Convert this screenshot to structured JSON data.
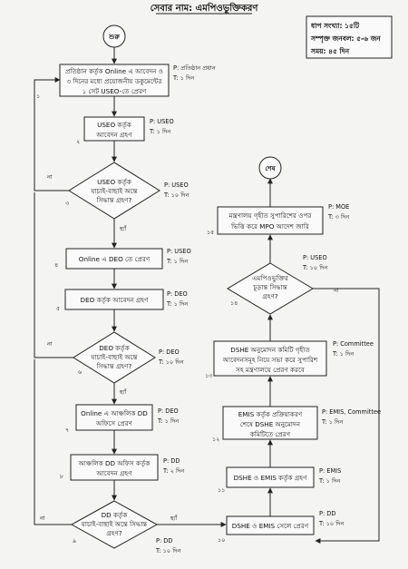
{
  "title": "সেবার নাম: এমপিওভুক্তিকরণ",
  "info": {
    "steps": "ধাপ সংখ্যা: ১৫টি",
    "people": "সম্পৃক্ত জনবল: ৫-৬ জন",
    "time": "সময়: ৪৫ দিন"
  },
  "start_label": "শুরু",
  "end_label": "শেষ",
  "steps": [
    {
      "num": "১",
      "lines": [
        "প্রতিষ্ঠান কর্তৃক Online এ আবেদন ও",
        "৩ দিনের মধ্যে প্রয়োজনীয় ডকুমেন্টের",
        "১ সেট USEO-তে প্রেরণ"
      ],
      "p": "P: প্রতিষ্ঠান প্রধান",
      "t": "T: ১ দিন"
    },
    {
      "num": "২",
      "lines": [
        "USEO কর্তৃক",
        "আবেদন গ্রহণ"
      ],
      "p": "P: USEO",
      "t": "T: ১ দিন"
    },
    {
      "num": "৩",
      "lines": [
        "USEO কর্তৃক",
        "যাচাই-বাছাই অন্তে",
        "সিদ্ধান্ত গ্রহণ?"
      ],
      "p": "P: USEO",
      "t": "T: ১০ দিন"
    },
    {
      "num": "৪",
      "lines": [
        "Online এ DEO তে প্রেরণ"
      ],
      "p": "P: USEO",
      "t": "T: ১ দিন"
    },
    {
      "num": "৫",
      "lines": [
        "DEO কর্তৃক আবেদন গ্রহণ"
      ],
      "p": "P: DEO",
      "t": "T: ১ দিন"
    },
    {
      "num": "৬",
      "lines": [
        "DEO কর্তৃক",
        "যাচাই-বাছাই অন্তে",
        "সিদ্ধান্ত গ্রহণ?"
      ],
      "p": "P: DEO",
      "t": "T: ১০ দিন"
    },
    {
      "num": "৭",
      "lines": [
        "Online এ আঞ্চলিক DD",
        "অফিসে প্রেরণ"
      ],
      "p": "P: DEO",
      "t": "T: ১ দিন"
    },
    {
      "num": "৮",
      "lines": [
        "আঞ্চলিক DD অফিস কর্তৃক",
        "আবেদন গ্রহণ"
      ],
      "p": "P: DD",
      "t": "T: ২ দিন"
    },
    {
      "num": "৯",
      "lines": [
        "DD কর্তৃক",
        "যাচাই-বাছাই অন্তে সিদ্ধান্ত",
        "গ্রহণ?"
      ],
      "p": "P: DD",
      "t": "T: ১০ দিন"
    },
    {
      "num": "১০",
      "lines": [
        "DSHE ও EMIS সেলে প্রেরণ"
      ],
      "p": "P: DD",
      "t": "T: ১০ দিন"
    },
    {
      "num": "১১",
      "lines": [
        "DSHE ও EMIS কর্তৃক গ্রহণ"
      ],
      "p": "P: EMIS",
      "t": "T: ১ দিন"
    },
    {
      "num": "১২",
      "lines": [
        "EMIS কর্তৃক প্রক্রিয়াকরণ",
        "শেষে DSHE অনুমোদন",
        "কমিটিতে প্রেরণ"
      ],
      "p": "P: EMIS, Committee",
      "t": "T: ১ দিন"
    },
    {
      "num": "১৩",
      "lines": [
        "DSHE অনুমোদন কমিটি গৃহীত",
        "আবেদনসমূহ নিয়ে সভা করে সুপারিশ",
        "সহ মন্ত্রণালয়ে প্রেরণ করবে"
      ],
      "p": "P: Committee",
      "t": "T: ১ দিন"
    },
    {
      "num": "১৪",
      "lines": [
        "এমপিওভুক্তির",
        "চূড়ান্ত সিদ্ধান্ত",
        "গ্রহণ?"
      ],
      "p": "P: USEO",
      "t": "T: ১০ দিন"
    },
    {
      "num": "১৫",
      "lines": [
        "মন্ত্রণালয় গৃহীত সুপারিশের ওপর",
        "ভিত্তি করে MPO আদেশ জারি"
      ],
      "p": "P: MOE",
      "t": "T: ৩ দিন"
    }
  ],
  "branch": {
    "yes": "হ্যাঁ",
    "no": "না"
  }
}
